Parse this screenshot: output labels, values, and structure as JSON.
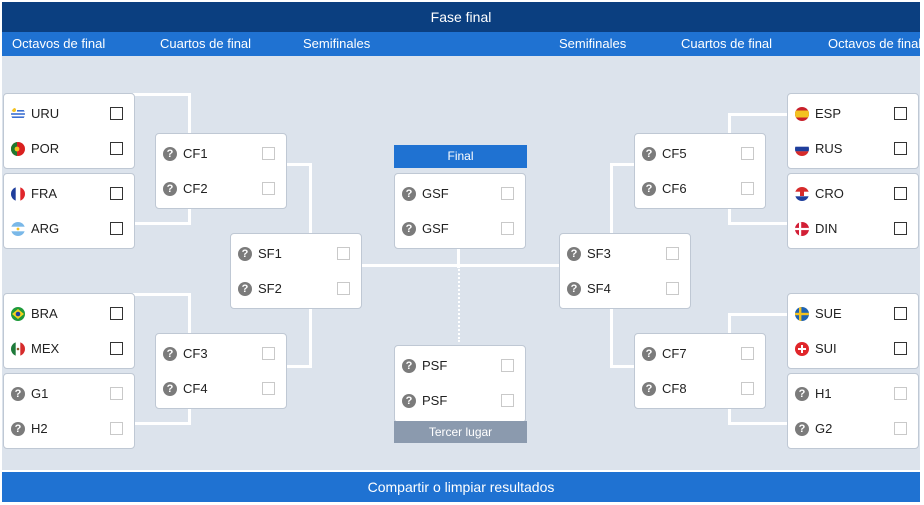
{
  "header": {
    "title": "Fase final"
  },
  "rounds": {
    "left_octavos": "Octavos de final",
    "left_cuartos": "Cuartos de final",
    "left_semis": "Semifinales",
    "right_semis": "Semifinales",
    "right_cuartos": "Cuartos de final",
    "right_octavos": "Octavos de final"
  },
  "final_label": "Final",
  "third_label": "Tercer lugar",
  "footer": {
    "share_label": "Compartir o limpiar resultados"
  },
  "colors": {
    "header": "#0b3f80",
    "accent": "#1f72d2",
    "field": "#dce3ec",
    "third_place": "#8b9aae"
  },
  "matches": {
    "r16_1": {
      "teams": [
        {
          "name": "URU",
          "icon": "uruguay-flag"
        },
        {
          "name": "POR",
          "icon": "portugal-flag"
        }
      ]
    },
    "r16_2": {
      "teams": [
        {
          "name": "FRA",
          "icon": "france-flag"
        },
        {
          "name": "ARG",
          "icon": "argentina-flag"
        }
      ]
    },
    "r16_3": {
      "teams": [
        {
          "name": "BRA",
          "icon": "brazil-flag"
        },
        {
          "name": "MEX",
          "icon": "mexico-flag"
        }
      ]
    },
    "r16_4": {
      "teams": [
        {
          "name": "G1",
          "icon": "unknown-team"
        },
        {
          "name": "H2",
          "icon": "unknown-team"
        }
      ]
    },
    "r16_5": {
      "teams": [
        {
          "name": "ESP",
          "icon": "spain-flag"
        },
        {
          "name": "RUS",
          "icon": "russia-flag"
        }
      ]
    },
    "r16_6": {
      "teams": [
        {
          "name": "CRO",
          "icon": "croatia-flag"
        },
        {
          "name": "DIN",
          "icon": "denmark-flag"
        }
      ]
    },
    "r16_7": {
      "teams": [
        {
          "name": "SUE",
          "icon": "sweden-flag"
        },
        {
          "name": "SUI",
          "icon": "switzerland-flag"
        }
      ]
    },
    "r16_8": {
      "teams": [
        {
          "name": "H1",
          "icon": "unknown-team"
        },
        {
          "name": "G2",
          "icon": "unknown-team"
        }
      ]
    },
    "qf_l1": {
      "teams": [
        {
          "name": "CF1",
          "icon": "unknown-team"
        },
        {
          "name": "CF2",
          "icon": "unknown-team"
        }
      ]
    },
    "qf_l2": {
      "teams": [
        {
          "name": "CF3",
          "icon": "unknown-team"
        },
        {
          "name": "CF4",
          "icon": "unknown-team"
        }
      ]
    },
    "qf_r1": {
      "teams": [
        {
          "name": "CF5",
          "icon": "unknown-team"
        },
        {
          "name": "CF6",
          "icon": "unknown-team"
        }
      ]
    },
    "qf_r2": {
      "teams": [
        {
          "name": "CF7",
          "icon": "unknown-team"
        },
        {
          "name": "CF8",
          "icon": "unknown-team"
        }
      ]
    },
    "sf_l": {
      "teams": [
        {
          "name": "SF1",
          "icon": "unknown-team"
        },
        {
          "name": "SF2",
          "icon": "unknown-team"
        }
      ]
    },
    "sf_r": {
      "teams": [
        {
          "name": "SF3",
          "icon": "unknown-team"
        },
        {
          "name": "SF4",
          "icon": "unknown-team"
        }
      ]
    },
    "final": {
      "teams": [
        {
          "name": "GSF",
          "icon": "unknown-team"
        },
        {
          "name": "GSF",
          "icon": "unknown-team"
        }
      ]
    },
    "third": {
      "teams": [
        {
          "name": "PSF",
          "icon": "unknown-team"
        },
        {
          "name": "PSF",
          "icon": "unknown-team"
        }
      ]
    }
  }
}
